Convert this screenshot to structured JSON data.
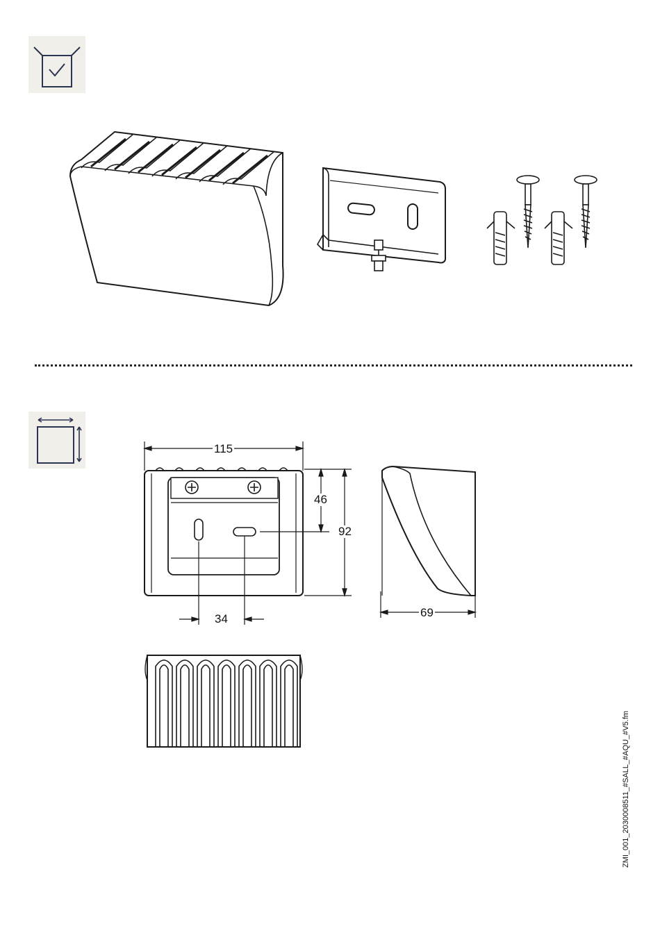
{
  "icons": {
    "scope": "package-check-icon",
    "dimensions": "dimensions-icon"
  },
  "dimensions": {
    "width": "115",
    "bracket_top": "46",
    "height": "92",
    "hole_spacing": "34",
    "depth": "69"
  },
  "footer": {
    "filename": "ZMI_001_2030008511_#SALL_#AQU_#V5.fm"
  },
  "colors": {
    "line": "#1a1a1a",
    "icon_bg": "#f1efe9",
    "icon_line": "#2a3350"
  }
}
